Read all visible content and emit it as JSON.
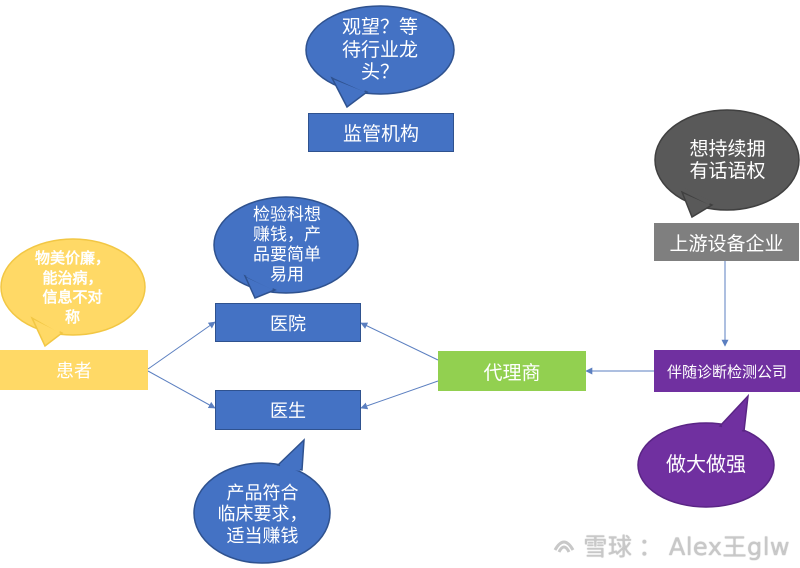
{
  "nodes": {
    "regulator": "监管机构",
    "upstream": "上游设备企业",
    "hospital": "医院",
    "doctor": "医生",
    "patient": "患者",
    "distributor": "代理商",
    "company": "伴随诊断检测公司"
  },
  "bubbles": {
    "regulator": "观望？等\n待行业龙\n头？",
    "upstream": "想持续拥\n有话语权",
    "hospital": "检验科想\n赚钱，产\n品要简单\n易用",
    "patient": "物美价廉，\n能治病，\n信息不对\n称",
    "doctor": "产品符合\n临床要求，\n适当赚钱",
    "company": "做大做强"
  },
  "watermark": {
    "logo_text": "雪球",
    "separator": "：",
    "author": "Alex王glw"
  },
  "colors": {
    "blue_box": "#4472C4",
    "blue_border": "#2F528F",
    "gray_box": "#7F7F7F",
    "green_box": "#92D050",
    "purple_box": "#7030A0",
    "yellow_box": "#FFD966",
    "dark_bubble": "#595959",
    "yellow_bubble": "#FFD966",
    "purple_bubble": "#7030A0",
    "arrow": "#8EA9DB"
  }
}
